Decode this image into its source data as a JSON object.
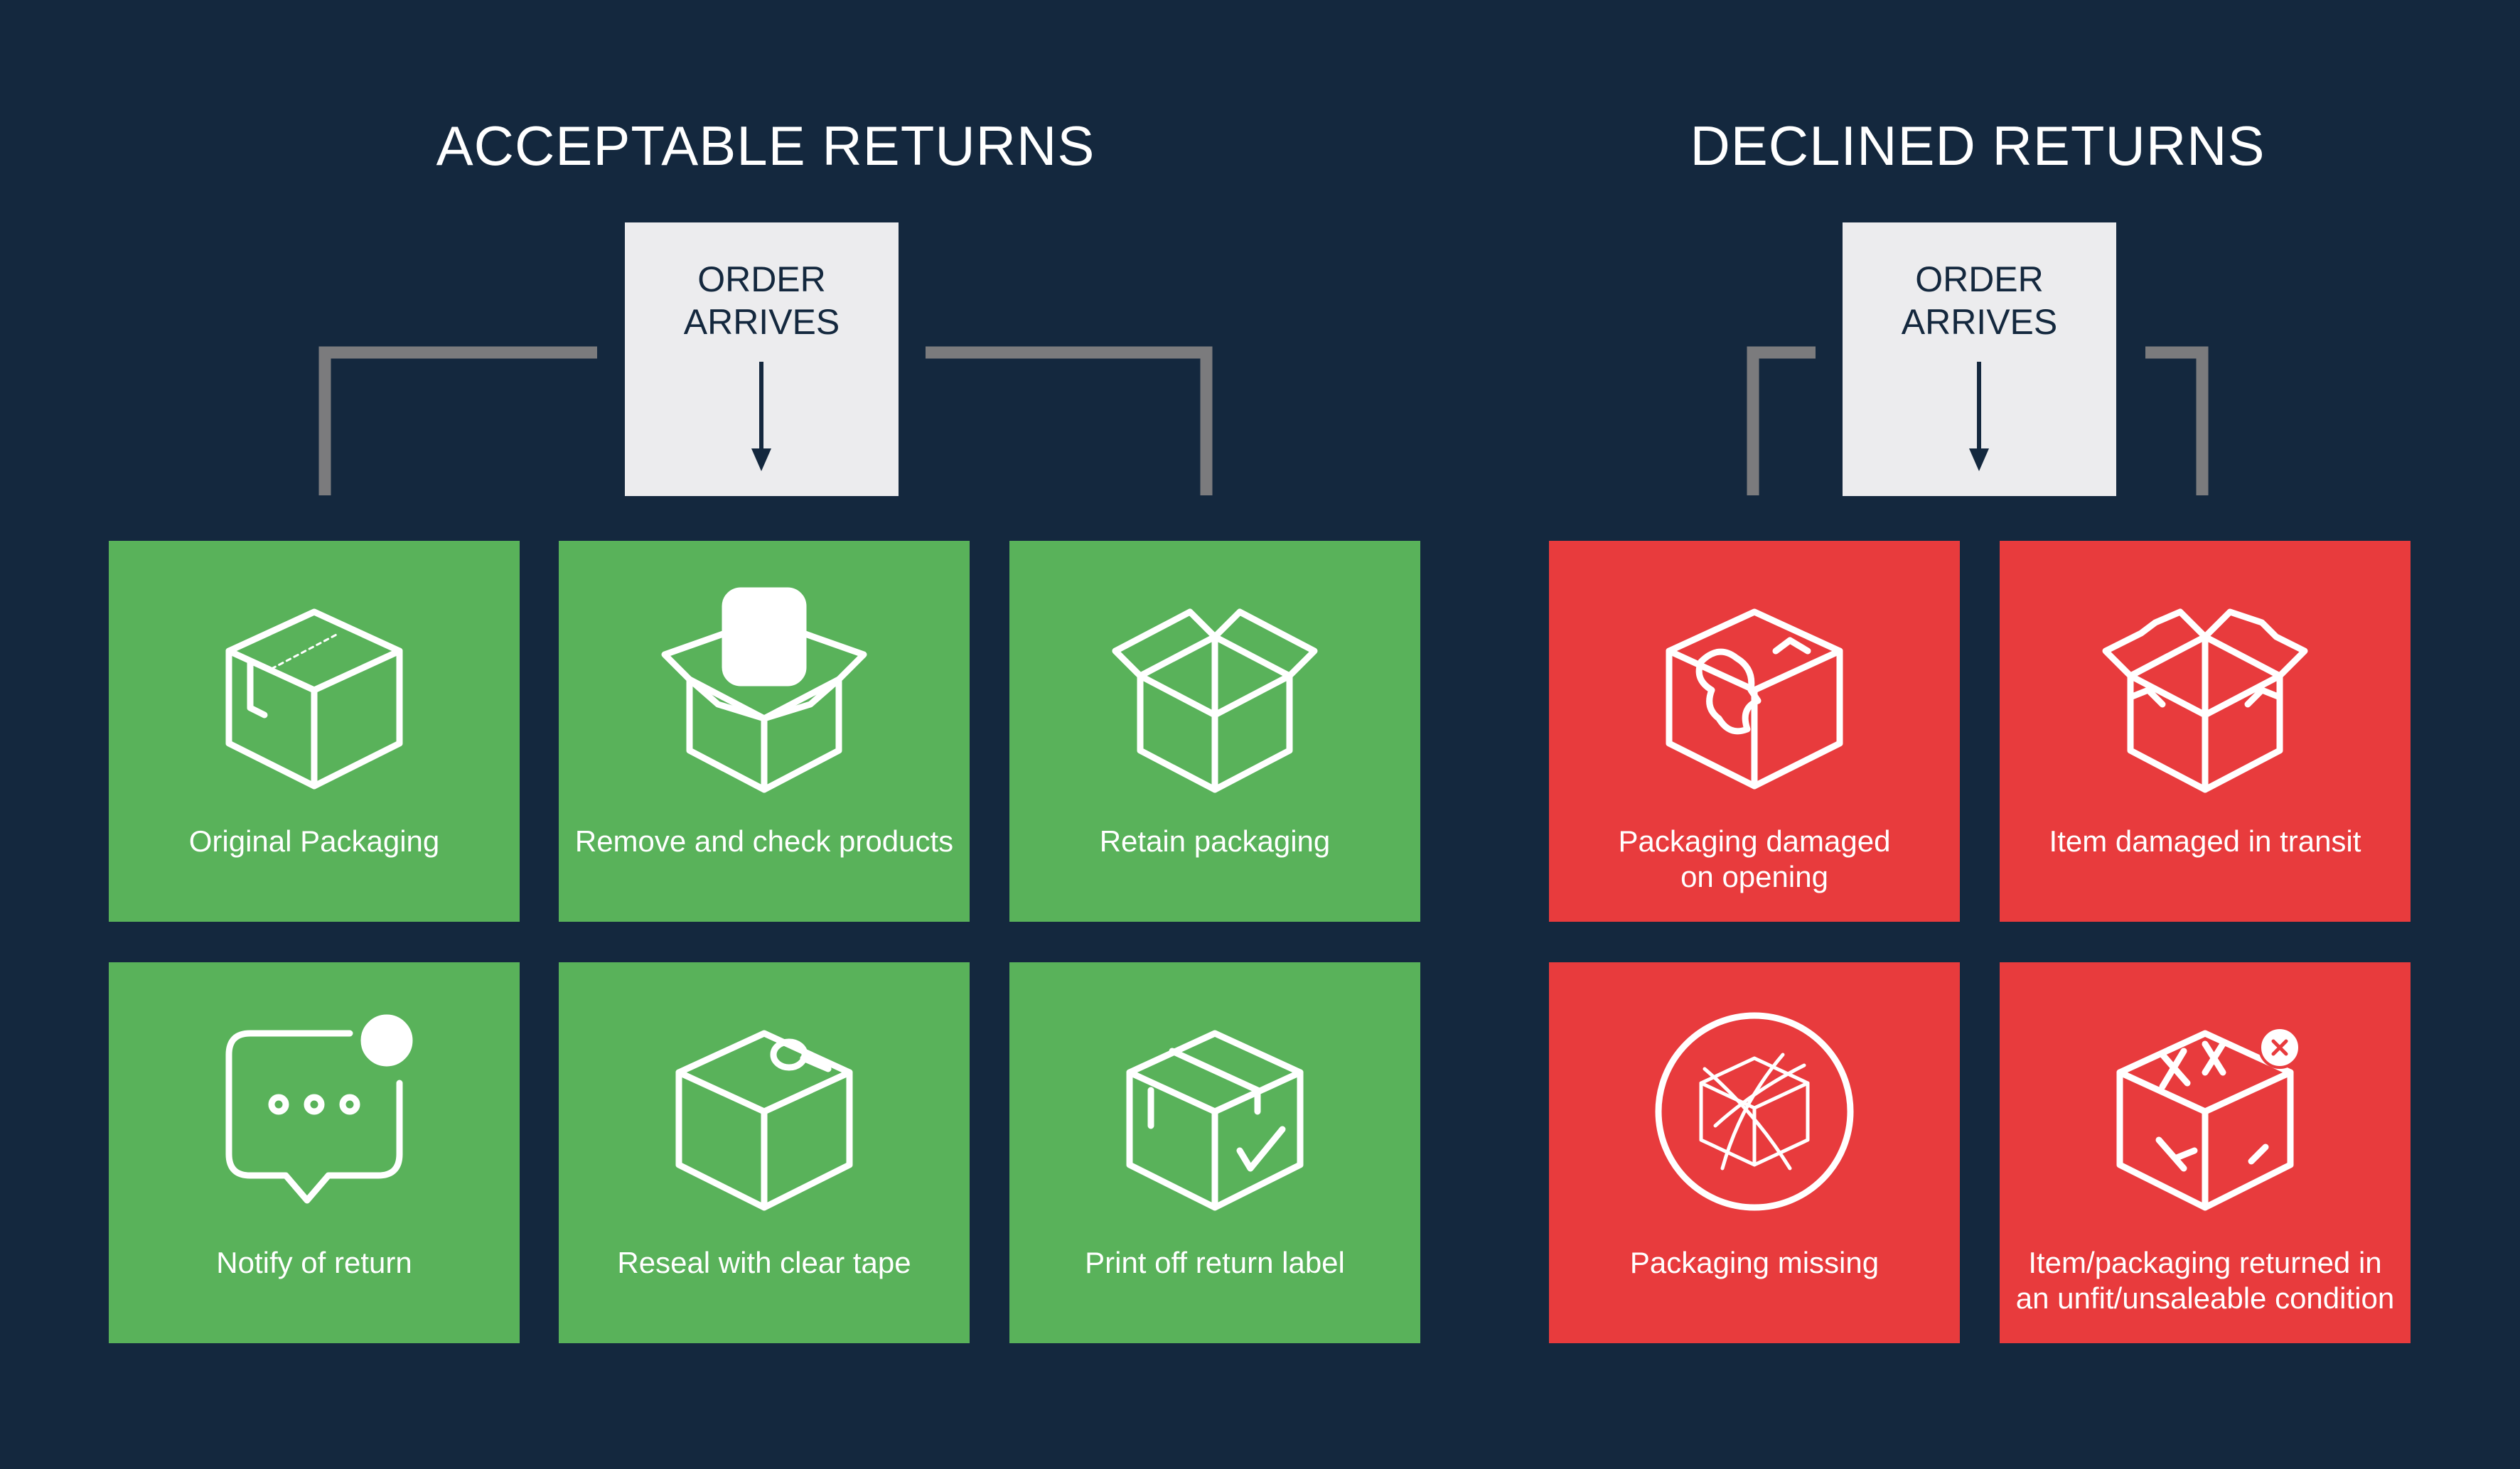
{
  "acceptable": {
    "title": "ACCEPTABLE RETURNS",
    "order_line1": "ORDER",
    "order_line2": "ARRIVES",
    "tiles": [
      {
        "label": "Original Packaging",
        "icon": "taped-box-icon"
      },
      {
        "label": "Remove and check products",
        "icon": "open-box-product-icon"
      },
      {
        "label": "Retain packaging",
        "icon": "open-box-icon"
      },
      {
        "label": "Notify of return",
        "icon": "chat-notification-icon"
      },
      {
        "label": "Reseal with clear tape",
        "icon": "tape-roll-box-icon"
      },
      {
        "label": "Print off return label",
        "icon": "labelled-box-check-icon"
      }
    ],
    "color": "#59b25a"
  },
  "declined": {
    "title": "DECLINED RETURNS",
    "order_line1": "ORDER",
    "order_line2": "ARRIVES",
    "tiles": [
      {
        "label_line1": "Packaging damaged",
        "label_line2": "on opening",
        "icon": "damaged-box-icon"
      },
      {
        "label_line1": "Item damaged in transit",
        "label_line2": "",
        "icon": "torn-open-box-icon"
      },
      {
        "label_line1": "Packaging missing",
        "label_line2": "",
        "icon": "missing-packaging-icon"
      },
      {
        "label_line1": "Item/packaging returned in",
        "label_line2": "an unfit/unsaleable condition",
        "icon": "unfit-box-icon"
      }
    ],
    "color": "#e83b3d"
  },
  "colors": {
    "background": "#14283e",
    "order_box": "#ececee",
    "bracket": "#7b7b7d"
  }
}
